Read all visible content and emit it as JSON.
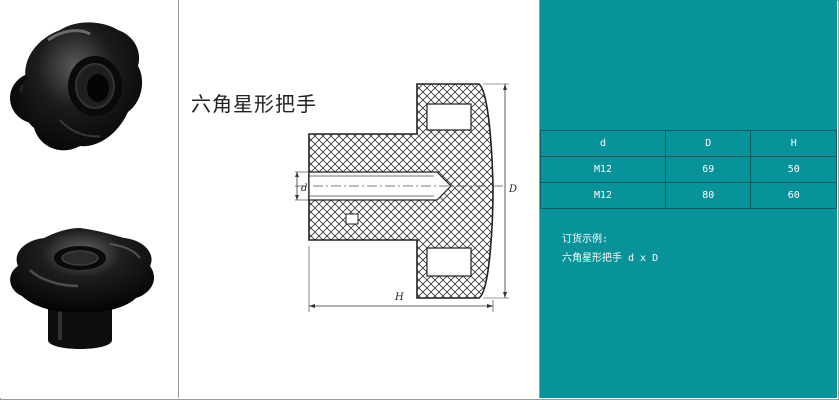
{
  "product": {
    "title": "六角星形把手"
  },
  "drawing": {
    "label_d": "d",
    "label_D": "D",
    "label_H": "H"
  },
  "spec_table": {
    "headers": [
      "d",
      "D",
      "H"
    ],
    "rows": [
      [
        "M12",
        "69",
        "50"
      ],
      [
        "M12",
        "80",
        "60"
      ]
    ]
  },
  "order": {
    "heading": "订货示例:",
    "example": "六角星形把手 d x D"
  },
  "colors": {
    "panel": "#08929a",
    "grid": "#0b5f63",
    "knob": "#141414"
  }
}
